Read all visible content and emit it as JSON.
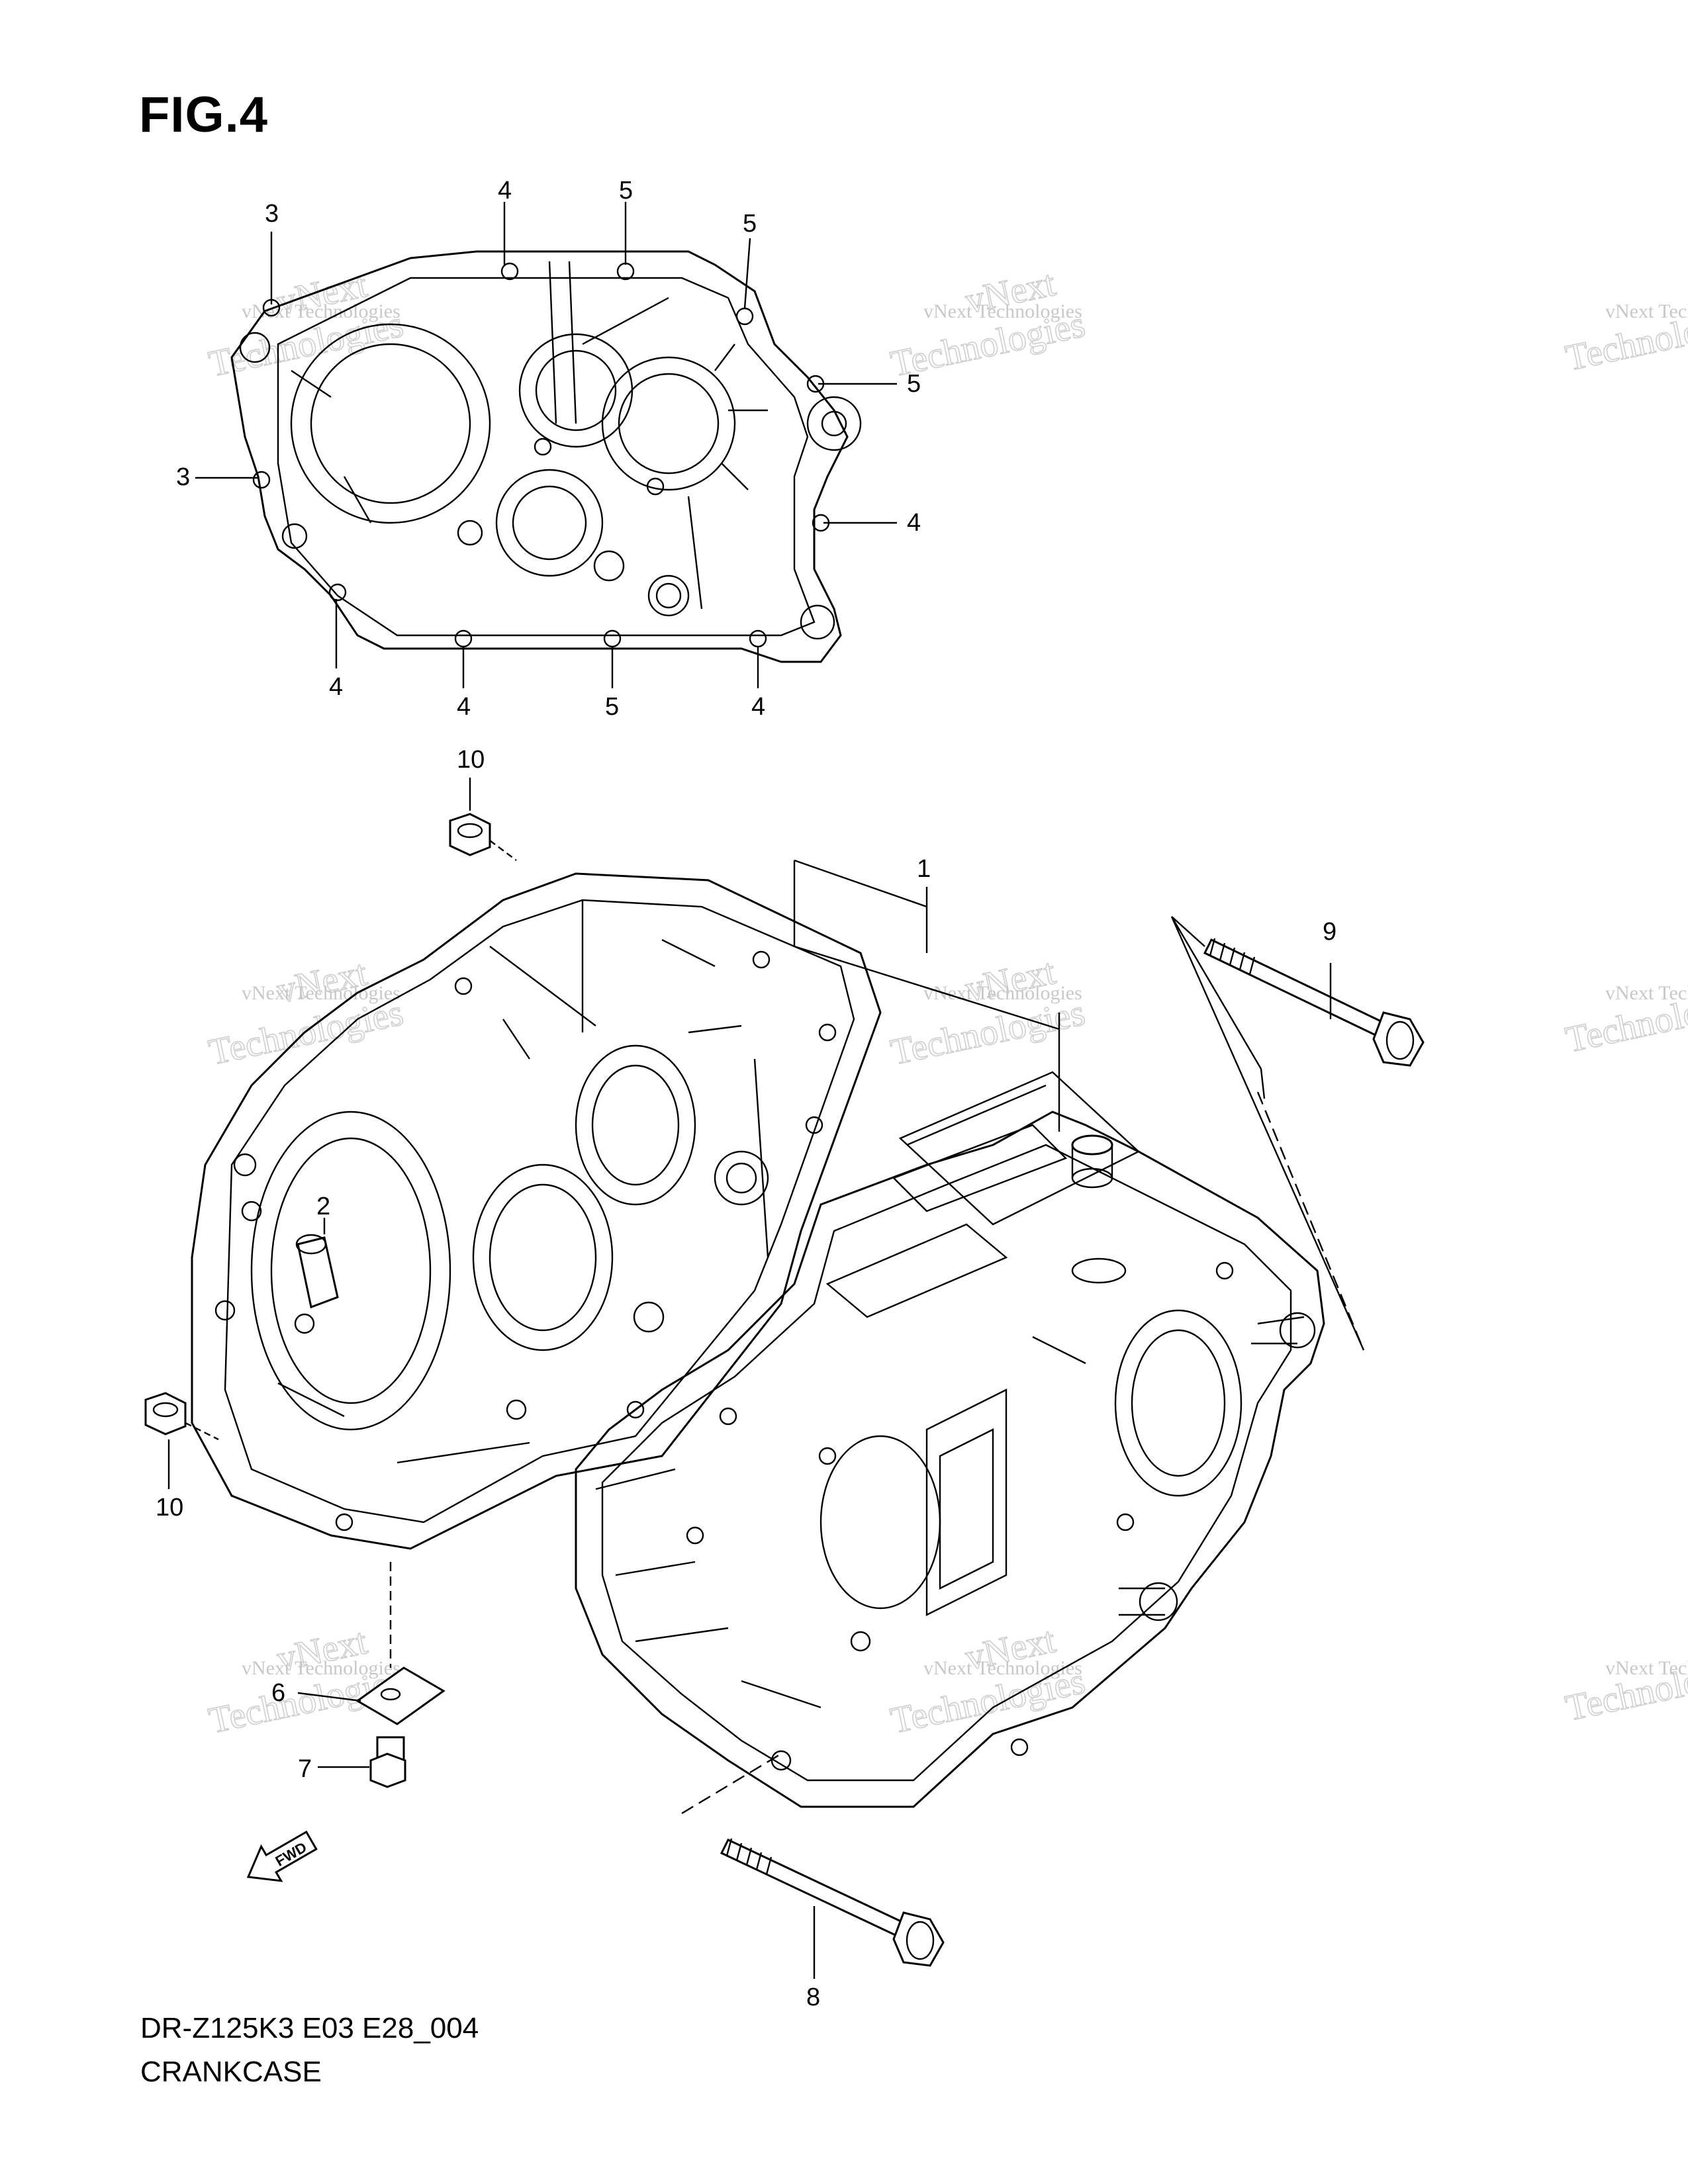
{
  "figure": {
    "title": "FIG.4",
    "model_code": "DR-Z125K3 E03 E28_004",
    "name": "CRANKCASE"
  },
  "watermark": {
    "line1": "vNext Technologies",
    "line2": "vNext",
    "line3": "Technologies"
  },
  "callouts_top": [
    "3",
    "4",
    "5",
    "5",
    "5",
    "3",
    "4",
    "4",
    "4",
    "5",
    "4"
  ],
  "callouts_main": [
    "10",
    "1",
    "9",
    "2",
    "10",
    "6",
    "7",
    "8"
  ],
  "fwd_label": "FWD"
}
